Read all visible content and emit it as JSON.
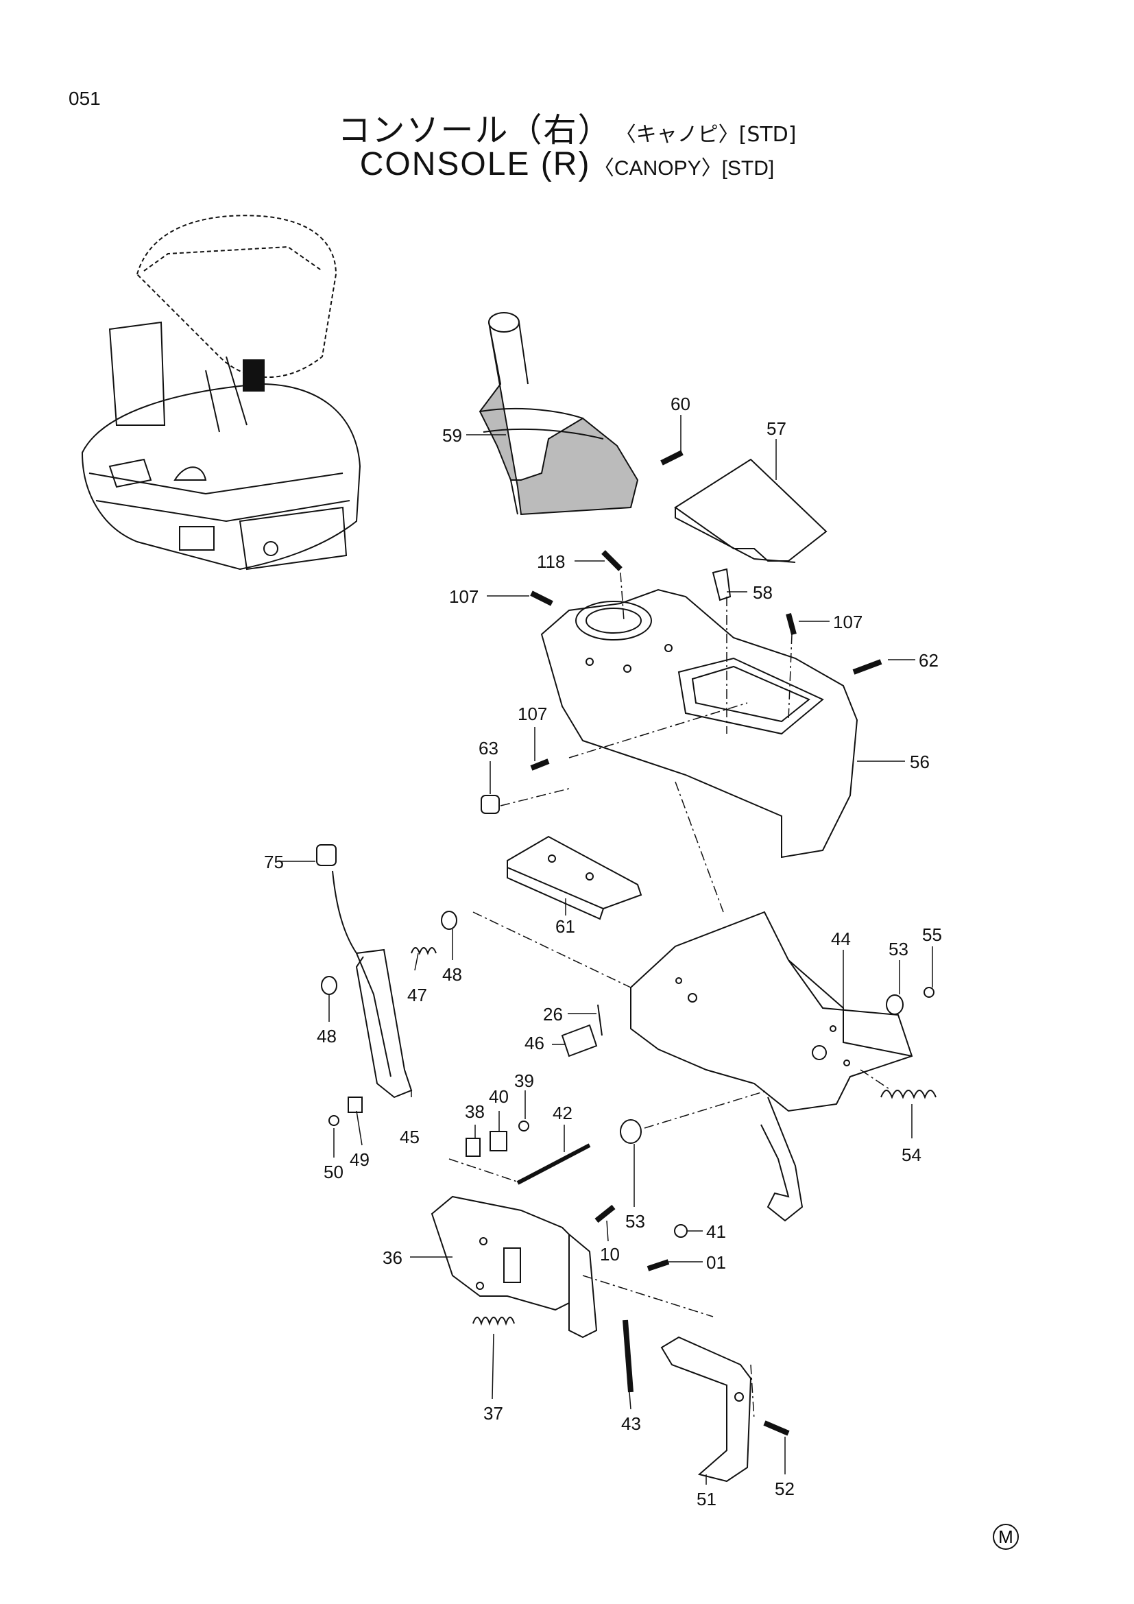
{
  "header": {
    "page_number": "051",
    "title_jp_main": "コンソール（右）",
    "title_jp_sub": "〈キャノピ〉[STD]",
    "title_en_main": "CONSOLE (R)",
    "title_en_sub": "〈CANOPY〉[STD]"
  },
  "footer": {
    "mark": "M"
  },
  "callouts": [
    {
      "id": "c59",
      "text": "59"
    },
    {
      "id": "c60",
      "text": "60"
    },
    {
      "id": "c57",
      "text": "57"
    },
    {
      "id": "c118",
      "text": "118"
    },
    {
      "id": "c58",
      "text": "58"
    },
    {
      "id": "c107a",
      "text": "107"
    },
    {
      "id": "c107b",
      "text": "107"
    },
    {
      "id": "c62",
      "text": "62"
    },
    {
      "id": "c107c",
      "text": "107"
    },
    {
      "id": "c63",
      "text": "63"
    },
    {
      "id": "c56",
      "text": "56"
    },
    {
      "id": "c75",
      "text": "75"
    },
    {
      "id": "c61",
      "text": "61"
    },
    {
      "id": "c47",
      "text": "47"
    },
    {
      "id": "c48a",
      "text": "48"
    },
    {
      "id": "c48b",
      "text": "48"
    },
    {
      "id": "c44",
      "text": "44"
    },
    {
      "id": "c53a",
      "text": "53"
    },
    {
      "id": "c55",
      "text": "55"
    },
    {
      "id": "c26",
      "text": "26"
    },
    {
      "id": "c46",
      "text": "46"
    },
    {
      "id": "c45",
      "text": "45"
    },
    {
      "id": "c49",
      "text": "49"
    },
    {
      "id": "c50",
      "text": "50"
    },
    {
      "id": "c38",
      "text": "38"
    },
    {
      "id": "c40",
      "text": "40"
    },
    {
      "id": "c39",
      "text": "39"
    },
    {
      "id": "c42",
      "text": "42"
    },
    {
      "id": "c54",
      "text": "54"
    },
    {
      "id": "c53b",
      "text": "53"
    },
    {
      "id": "c10",
      "text": "10"
    },
    {
      "id": "c41",
      "text": "41"
    },
    {
      "id": "c01",
      "text": "01"
    },
    {
      "id": "c36",
      "text": "36"
    },
    {
      "id": "c37",
      "text": "37"
    },
    {
      "id": "c43",
      "text": "43"
    },
    {
      "id": "c51",
      "text": "51"
    },
    {
      "id": "c52",
      "text": "52"
    }
  ]
}
